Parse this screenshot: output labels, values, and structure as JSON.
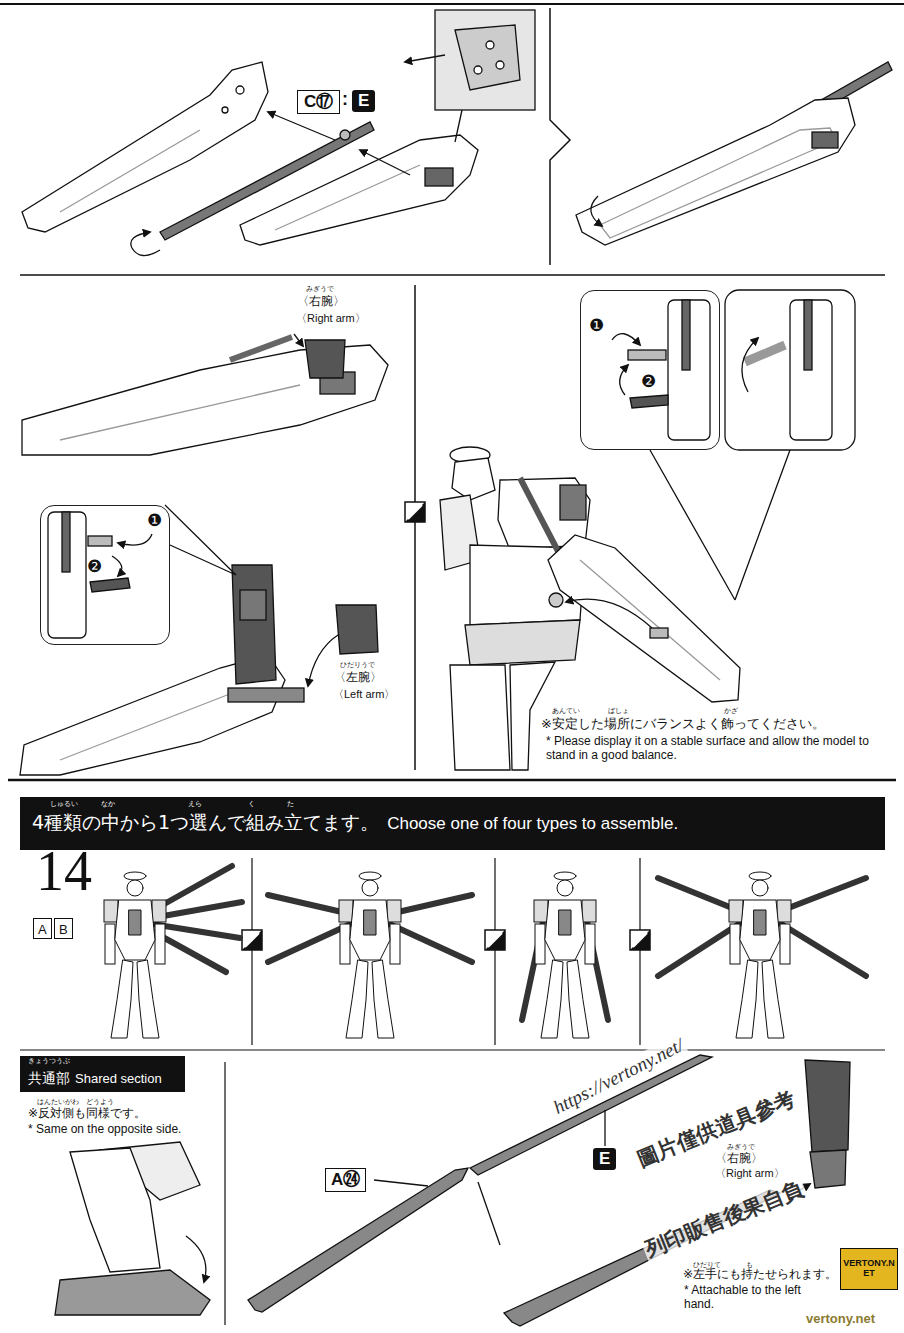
{
  "diagram": {
    "nodes": [
      {
        "text": [
          "C⑰"
        ]
      },
      {
        "text": [
          "E"
        ]
      },
      {
        "text": [
          "❶",
          "❷"
        ]
      },
      {
        "text": [
          "❶",
          "❷"
        ]
      },
      {
        "text": [
          "4種類の中から1つ選んで組み立てます。",
          "Choose one of four types to assemble."
        ]
      },
      {
        "text": [
          "A"
        ]
      },
      {
        "text": [
          "B"
        ]
      },
      {
        "text": [
          "共通部",
          "Shared section"
        ]
      },
      {
        "text": [
          "A㉔"
        ]
      },
      {
        "text": [
          "E"
        ]
      },
      {
        "text": [
          "VERTONY.NET"
        ]
      }
    ],
    "labels": [
      ":",
      "みぎうで",
      "〈右腕〉",
      "〈Right arm〉",
      "ひだりうで",
      "〈左腕〉",
      "〈Left arm〉",
      "あんてい",
      "ばしょ",
      "かざ",
      "※安定した場所にバランスよく飾ってください。",
      "* Please display it on a stable surface and allow the model to stand in a good balance.",
      "しゅるい",
      "なか",
      "えら",
      "く",
      "た",
      "14",
      "きょうつうぶ",
      "はんたいがわ",
      "どうよう",
      "※反対側も同様です。",
      "* Same on the opposite side.",
      "https://vertony.net/",
      "圖片僅供道具參考",
      "みぎうで",
      "〈右腕〉",
      "〈Right arm〉",
      "列印販售後果自負",
      "ひだりて",
      "も",
      "※左手にも持たせられます。",
      "* Attachable to the left hand.",
      "vertony.net"
    ]
  }
}
